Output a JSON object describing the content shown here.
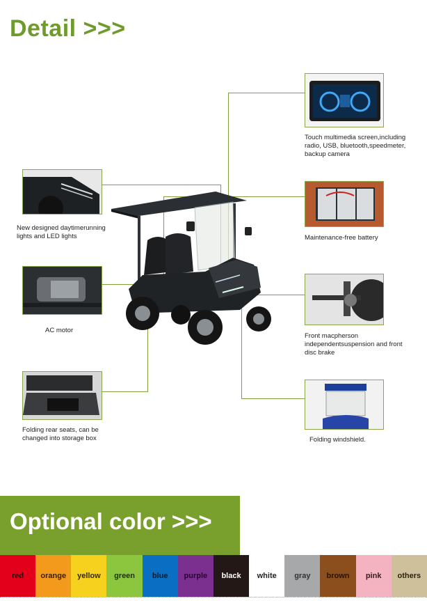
{
  "header": {
    "title": "Detail >>>"
  },
  "features": {
    "screen": "Touch multimedia screen,including radio, USB, bluetooth,speedmeter, backup camera",
    "lights": "New designed daytimerunning lights and LED lights",
    "battery": "Maintenance-free battery",
    "motor": "AC motor",
    "suspension": "Front macpherson independentsuspension and front disc brake",
    "seats": "Folding rear seats, can be changed into storage box",
    "windshield": "Folding windshield."
  },
  "colors": {
    "title": "Optional color >>>",
    "options": [
      {
        "label": "red",
        "bg": "#e3001b",
        "fg": "#3a0008"
      },
      {
        "label": "orange",
        "bg": "#f39a1c",
        "fg": "#3a2200"
      },
      {
        "label": "yellow",
        "bg": "#f6d21f",
        "fg": "#332a00"
      },
      {
        "label": "green",
        "bg": "#8cc63f",
        "fg": "#1d3300"
      },
      {
        "label": "blue",
        "bg": "#0a6fc2",
        "fg": "#001a33"
      },
      {
        "label": "purple",
        "bg": "#7b2f8e",
        "fg": "#2a0033"
      },
      {
        "label": "black",
        "bg": "#231815",
        "fg": "#ffffff"
      },
      {
        "label": "white",
        "bg": "#ffffff",
        "fg": "#222222"
      },
      {
        "label": "gray",
        "bg": "#a7a8aa",
        "fg": "#333333"
      },
      {
        "label": "brown",
        "bg": "#8a4f1c",
        "fg": "#2a1200"
      },
      {
        "label": "pink",
        "bg": "#f3b3c0",
        "fg": "#3a1a20"
      },
      {
        "label": "others",
        "bg": "#cfc09c",
        "fg": "#2a2410"
      }
    ]
  }
}
